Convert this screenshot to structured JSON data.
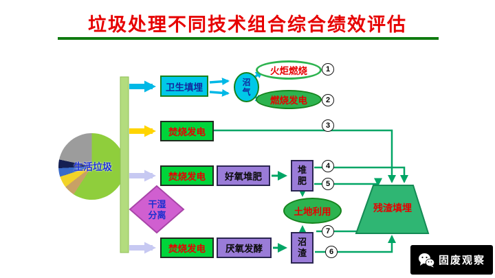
{
  "title": {
    "text": "垃圾处理不同技术组合综合绩效评估"
  },
  "pie": {
    "label": "生活垃圾",
    "slice_colors": [
      "#8fce3c",
      "#c8a165",
      "#f2d327",
      "#3a6bc9",
      "#151f52",
      "#9c9c9c"
    ]
  },
  "nodes": {
    "sanitary_landfill": {
      "label": "卫生填埋"
    },
    "biogas": {
      "label": "沼气"
    },
    "flare_combustion": {
      "label": "火炬燃烧"
    },
    "gas_power": {
      "label": "燃烧发电"
    },
    "incineration_1": {
      "label": "焚烧发电"
    },
    "incineration_2": {
      "label": "焚烧发电"
    },
    "incineration_3": {
      "label": "焚烧发电"
    },
    "aerobic_compost": {
      "label": "好氧堆肥"
    },
    "compost": {
      "label": "堆肥"
    },
    "dry_wet_separation": {
      "label": "干湿分离"
    },
    "anaerobic_digestion": {
      "label": "厌氧发酵"
    },
    "biogas_residue": {
      "label": "沼渣"
    },
    "land_use": {
      "label": "土地利用"
    },
    "residue_landfill": {
      "label": "残渣填埋"
    }
  },
  "route_numbers": [
    "1",
    "2",
    "3",
    "4",
    "5",
    "6",
    "7"
  ],
  "watermark": {
    "text": "固废观察"
  },
  "colors": {
    "title_red": "#e60000",
    "divider_green": "#0f7a0f",
    "arrow_green": "#00a565",
    "arrow_cyan": "#00b8e6",
    "arrow_yellow": "#ffd400",
    "arrow_lavender": "#c7c9f2",
    "box_green": "#00d43a",
    "box_cyan": "#00c8e8",
    "box_purple": "#9a7cd8",
    "diamond_magenta": "#d05fd0",
    "trapezoid_green": "#2fb673"
  }
}
